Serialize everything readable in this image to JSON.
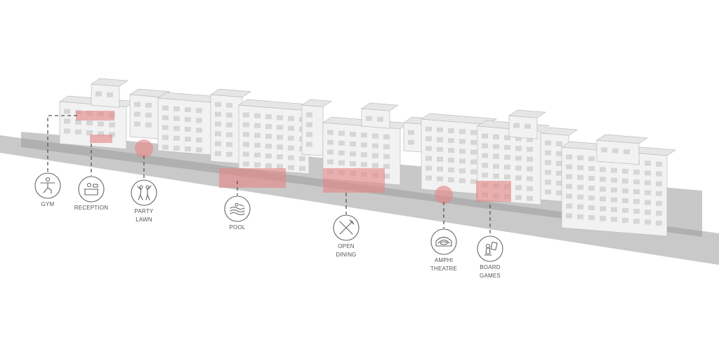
{
  "title": "Amenities axonometric",
  "colors": {
    "ground": "#c8c8c8",
    "ground_dark": "#8e8e8e",
    "building": "#f2f2f2",
    "building_shade": "#d6d6d6",
    "highlight": "#e48a8a",
    "leader": "#555555"
  },
  "amenities": [
    {
      "label_lines": [
        "GYM"
      ],
      "icon": "yoga-figure-icon"
    },
    {
      "label_lines": [
        "RECEPTION"
      ],
      "icon": "reception-desk-icon"
    },
    {
      "label_lines": [
        "PARTY",
        "LAWN"
      ],
      "icon": "dancing-people-icon"
    },
    {
      "label_lines": [
        "POOL"
      ],
      "icon": "swimmer-icon"
    },
    {
      "label_lines": [
        "OPEN",
        "DINING"
      ],
      "icon": "fork-knife-icon"
    },
    {
      "label_lines": [
        "AMPHI",
        "THEATRE"
      ],
      "icon": "amphitheatre-icon"
    },
    {
      "label_lines": [
        "BOARD",
        "GAMES"
      ],
      "icon": "chess-cards-icon"
    }
  ]
}
